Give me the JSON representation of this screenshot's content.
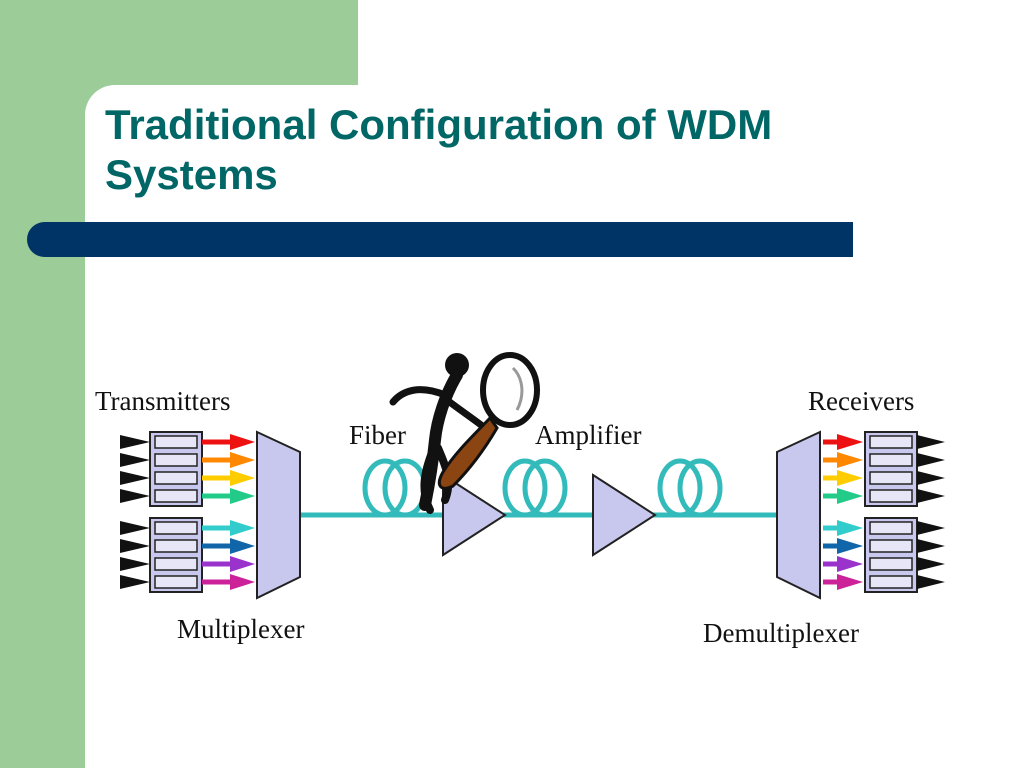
{
  "slide": {
    "title": "Traditional Configuration of WDM Systems"
  },
  "diagram": {
    "labels": {
      "transmitters": "Transmitters",
      "fiber": "Fiber",
      "amplifier": "Amplifier",
      "receivers": "Receivers",
      "multiplexer": "Multiplexer",
      "demultiplexer": "Demultiplexer"
    },
    "channel_colors": [
      "#ee1111",
      "#ff8800",
      "#ffcc00",
      "#22cc88",
      "#33cccc",
      "#1166aa",
      "#9933cc",
      "#cc2299"
    ],
    "fiber_color": "#33bbbb",
    "component_fill": "#c8c8ee",
    "component_stroke": "#222222",
    "clipart": "magnifying-glass-figure"
  },
  "theme": {
    "side_band": "#9ccc98",
    "title_color": "#006666",
    "bar_color": "#003366"
  }
}
